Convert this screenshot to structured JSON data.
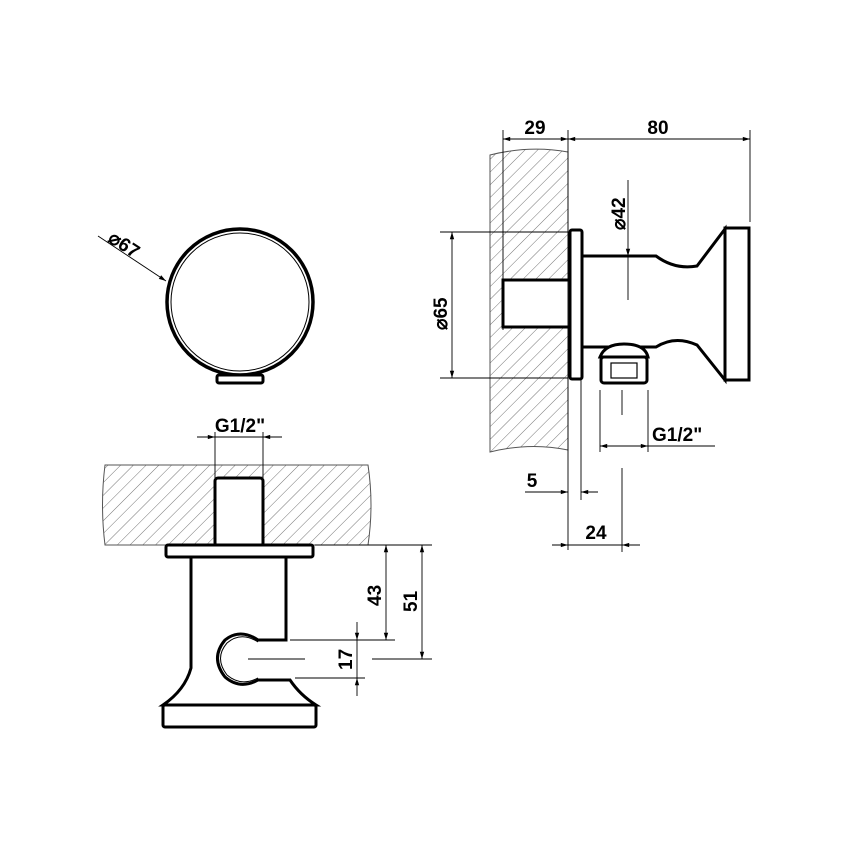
{
  "side_view": {
    "dim_wall_depth": "29",
    "dim_projection": "80",
    "dim_body_diameter": "⌀42",
    "dim_flange_diameter": "⌀65",
    "dim_outlet_thread": "G1/2\"",
    "dim_flange_thickness": "5",
    "dim_outlet_offset": "24"
  },
  "front_view": {
    "dim_diameter": "⌀67"
  },
  "bottom_view": {
    "dim_inlet_thread": "G1/2\"",
    "dim_hook_top": "43",
    "dim_hook_center": "51",
    "dim_hook_opening": "17"
  }
}
